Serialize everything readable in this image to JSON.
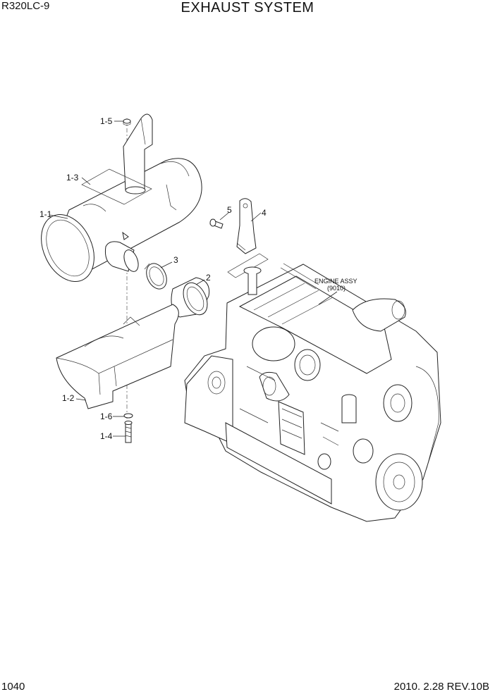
{
  "header": {
    "model": "R320LC-9",
    "title": "EXHAUST SYSTEM"
  },
  "footer": {
    "page": "1040",
    "date_rev": "2010. 2.28  REV.10B"
  },
  "callouts": {
    "c_1_5": "1-5",
    "c_1_3": "1-3",
    "c_1_1": "1-1",
    "c_3": "3",
    "c_2": "2",
    "c_5": "5",
    "c_4": "4",
    "c_1_2": "1-2",
    "c_1_6": "1-6",
    "c_1_4": "1-4"
  },
  "engine_label": {
    "line1": "ENGINE ASSY",
    "line2": "(9010)"
  }
}
